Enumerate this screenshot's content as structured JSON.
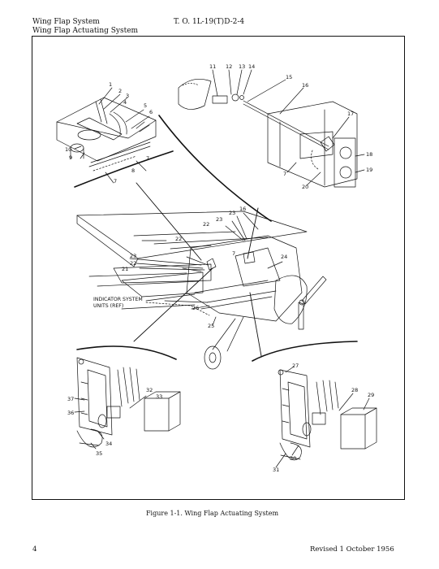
{
  "header": {
    "title_line1": "Wing Flap System",
    "title_line2": "Wing Flap Actuating System",
    "doc_number": "T. O. 1L-19(T)D-2-4"
  },
  "figure": {
    "caption": "Figure 1-1.  Wing Flap Actuating System",
    "ref_label_line1": "INDICATOR SYSTEM",
    "ref_label_line2": "UNITS (REF)",
    "callouts": {
      "c1": "1",
      "c2": "2",
      "c3": "3",
      "c4": "4",
      "c5": "5",
      "c6": "6",
      "c7a": "7",
      "c7b": "7",
      "c7c": "7",
      "c7d": "7",
      "c8": "8",
      "c9": "9",
      "c10": "10",
      "c11": "11",
      "c12": "12",
      "c13": "13",
      "c14": "14",
      "c15": "15",
      "c16": "16",
      "c16b": "16",
      "c17": "17",
      "c18": "18",
      "c19": "19",
      "c20": "20",
      "c21": "21",
      "c22a": "22",
      "c22b": "22",
      "c22c": "22",
      "c23a": "23",
      "c23b": "23",
      "c23c": "23",
      "c24": "24",
      "c25": "25",
      "c26": "26",
      "c27": "27",
      "c28": "28",
      "c29": "29",
      "c30": "30",
      "c31": "31",
      "c32": "32",
      "c33": "33",
      "c34": "34",
      "c35": "35",
      "c36": "36",
      "c37": "37"
    }
  },
  "footer": {
    "page_number": "4",
    "revision": "Revised 1 October 1956"
  }
}
